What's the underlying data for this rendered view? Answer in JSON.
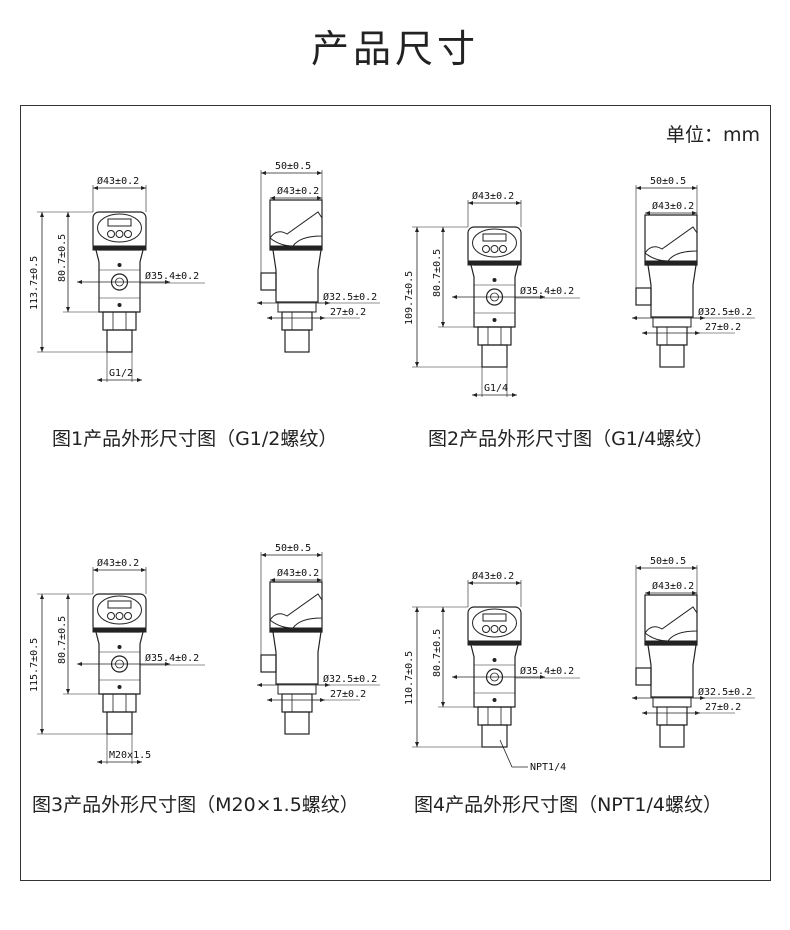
{
  "title": "产品尺寸",
  "unit_label": "单位：mm",
  "panels": [
    {
      "caption": "图1产品外形尺寸图（G1/2螺纹）",
      "front": {
        "head_dia": "Ø43±0.2",
        "total_height": "113.7±0.5",
        "body_height": "80.7±0.5",
        "connector_dia": "Ø35.4±0.2",
        "thread": "G1/2"
      },
      "side": {
        "width": "50±0.5",
        "head_dia": "Ø43±0.2",
        "collar_dia": "Ø32.5±0.2",
        "hex": "27±0.2"
      }
    },
    {
      "caption": "图2产品外形尺寸图（G1/4螺纹）",
      "front": {
        "head_dia": "Ø43±0.2",
        "total_height": "109.7±0.5",
        "body_height": "80.7±0.5",
        "connector_dia": "Ø35.4±0.2",
        "thread": "G1/4"
      },
      "side": {
        "width": "50±0.5",
        "head_dia": "Ø43±0.2",
        "collar_dia": "Ø32.5±0.2",
        "hex": "27±0.2"
      }
    },
    {
      "caption": "图3产品外形尺寸图（M20×1.5螺纹）",
      "front": {
        "head_dia": "Ø43±0.2",
        "total_height": "115.7±0.5",
        "body_height": "80.7±0.5",
        "connector_dia": "Ø35.4±0.2",
        "thread": "M20x1.5"
      },
      "side": {
        "width": "50±0.5",
        "head_dia": "Ø43±0.2",
        "collar_dia": "Ø32.5±0.2",
        "hex": "27±0.2"
      }
    },
    {
      "caption": "图4产品外形尺寸图（NPT1/4螺纹）",
      "front": {
        "head_dia": "Ø43±0.2",
        "total_height": "110.7±0.5",
        "body_height": "80.7±0.5",
        "connector_dia": "Ø35.4±0.2",
        "thread": "NPT1/4"
      },
      "side": {
        "width": "50±0.5",
        "head_dia": "Ø43±0.2",
        "collar_dia": "Ø32.5±0.2",
        "hex": "27±0.2"
      }
    }
  ]
}
